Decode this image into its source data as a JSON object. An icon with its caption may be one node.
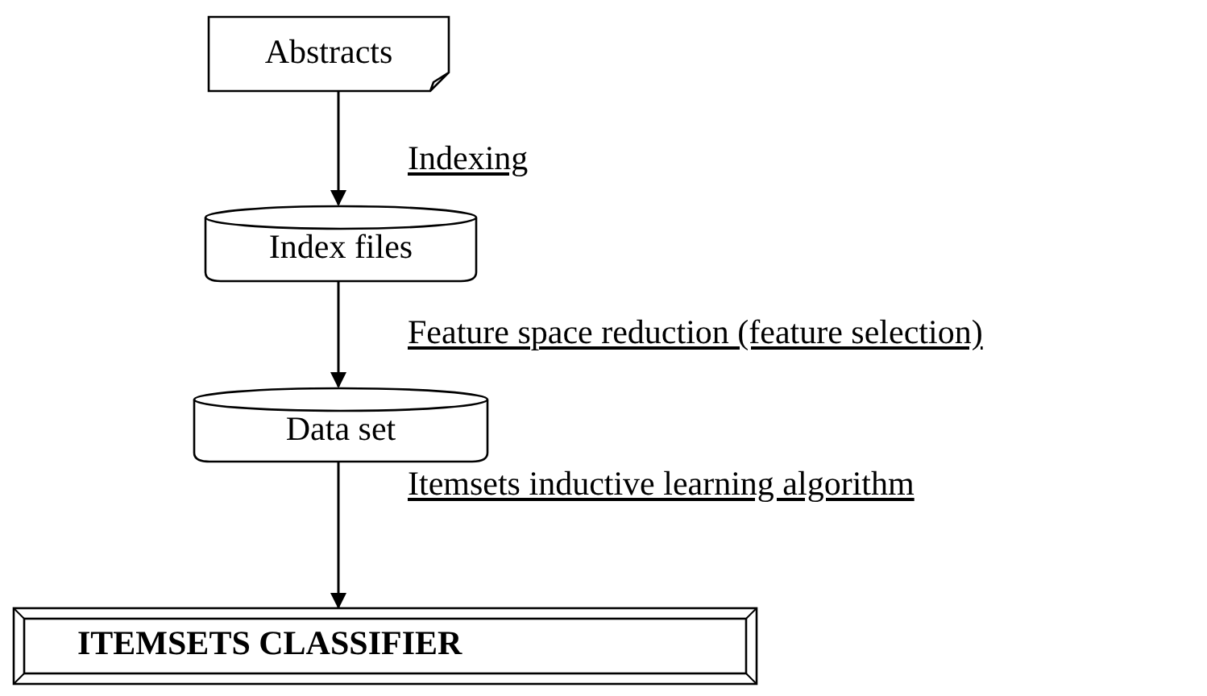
{
  "diagram": {
    "nodes": [
      {
        "text": [
          "Abstracts"
        ]
      },
      {
        "text": [
          "Index files"
        ]
      },
      {
        "text": [
          "Data set"
        ]
      },
      {
        "text": [
          "ITEMSETS CLASSIFIER"
        ]
      }
    ],
    "edges": [
      {
        "from": 0,
        "to": 1,
        "arrow": "to",
        "label": "Indexing"
      },
      {
        "from": 1,
        "to": 2,
        "arrow": "to",
        "label": "Feature space reduction (feature selection)"
      },
      {
        "from": 2,
        "to": 3,
        "arrow": "to",
        "label": "Itemsets inductive learning algorithm"
      }
    ]
  }
}
